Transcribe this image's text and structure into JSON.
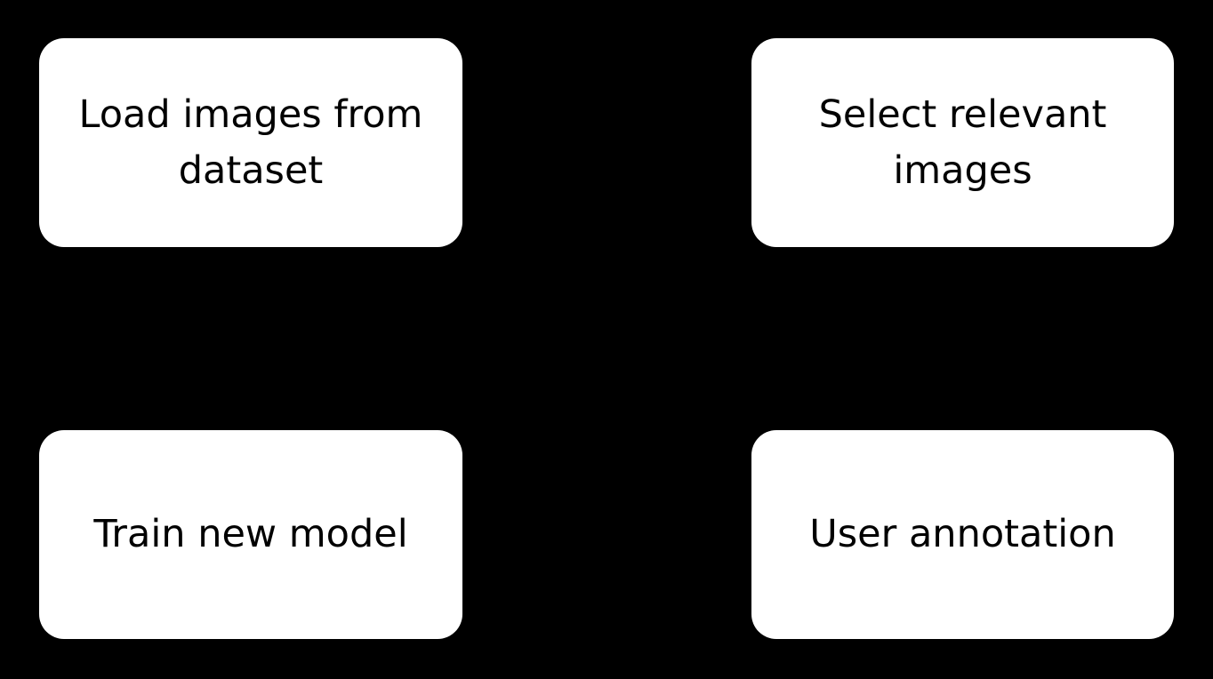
{
  "diagram": {
    "type": "flowchart",
    "background_color": "#000000",
    "node_fill_color": "#ffffff",
    "node_text_color": "#000000",
    "nodes": [
      {
        "id": "load-images",
        "label": "Load images from dataset",
        "position": "top-left"
      },
      {
        "id": "select-relevant",
        "label": "Select relevant images",
        "position": "top-right"
      },
      {
        "id": "train-model",
        "label": "Train new model",
        "position": "bottom-left"
      },
      {
        "id": "user-annotation",
        "label": "User annotation",
        "position": "bottom-right"
      }
    ]
  }
}
